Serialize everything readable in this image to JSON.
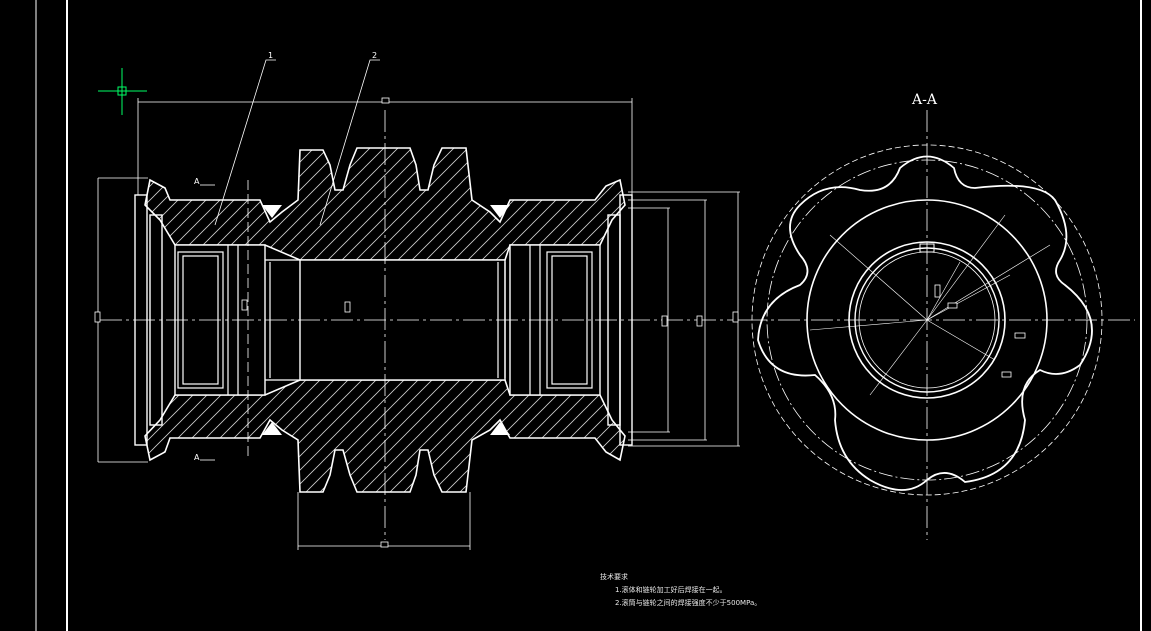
{
  "drawing": {
    "section_label": "A-A",
    "part_numbers": [
      "1",
      "2"
    ],
    "cut_marks": [
      "A",
      "A"
    ]
  },
  "notes": {
    "title": "技术要求",
    "items": [
      "1.滚体和链轮加工好后焊接在一起。",
      "2.滚筒与链轮之间的焊接强度不少于500MPa。"
    ]
  },
  "colors": {
    "background": "#000000",
    "line": "#ffffff",
    "cursor": "#00ff66"
  }
}
